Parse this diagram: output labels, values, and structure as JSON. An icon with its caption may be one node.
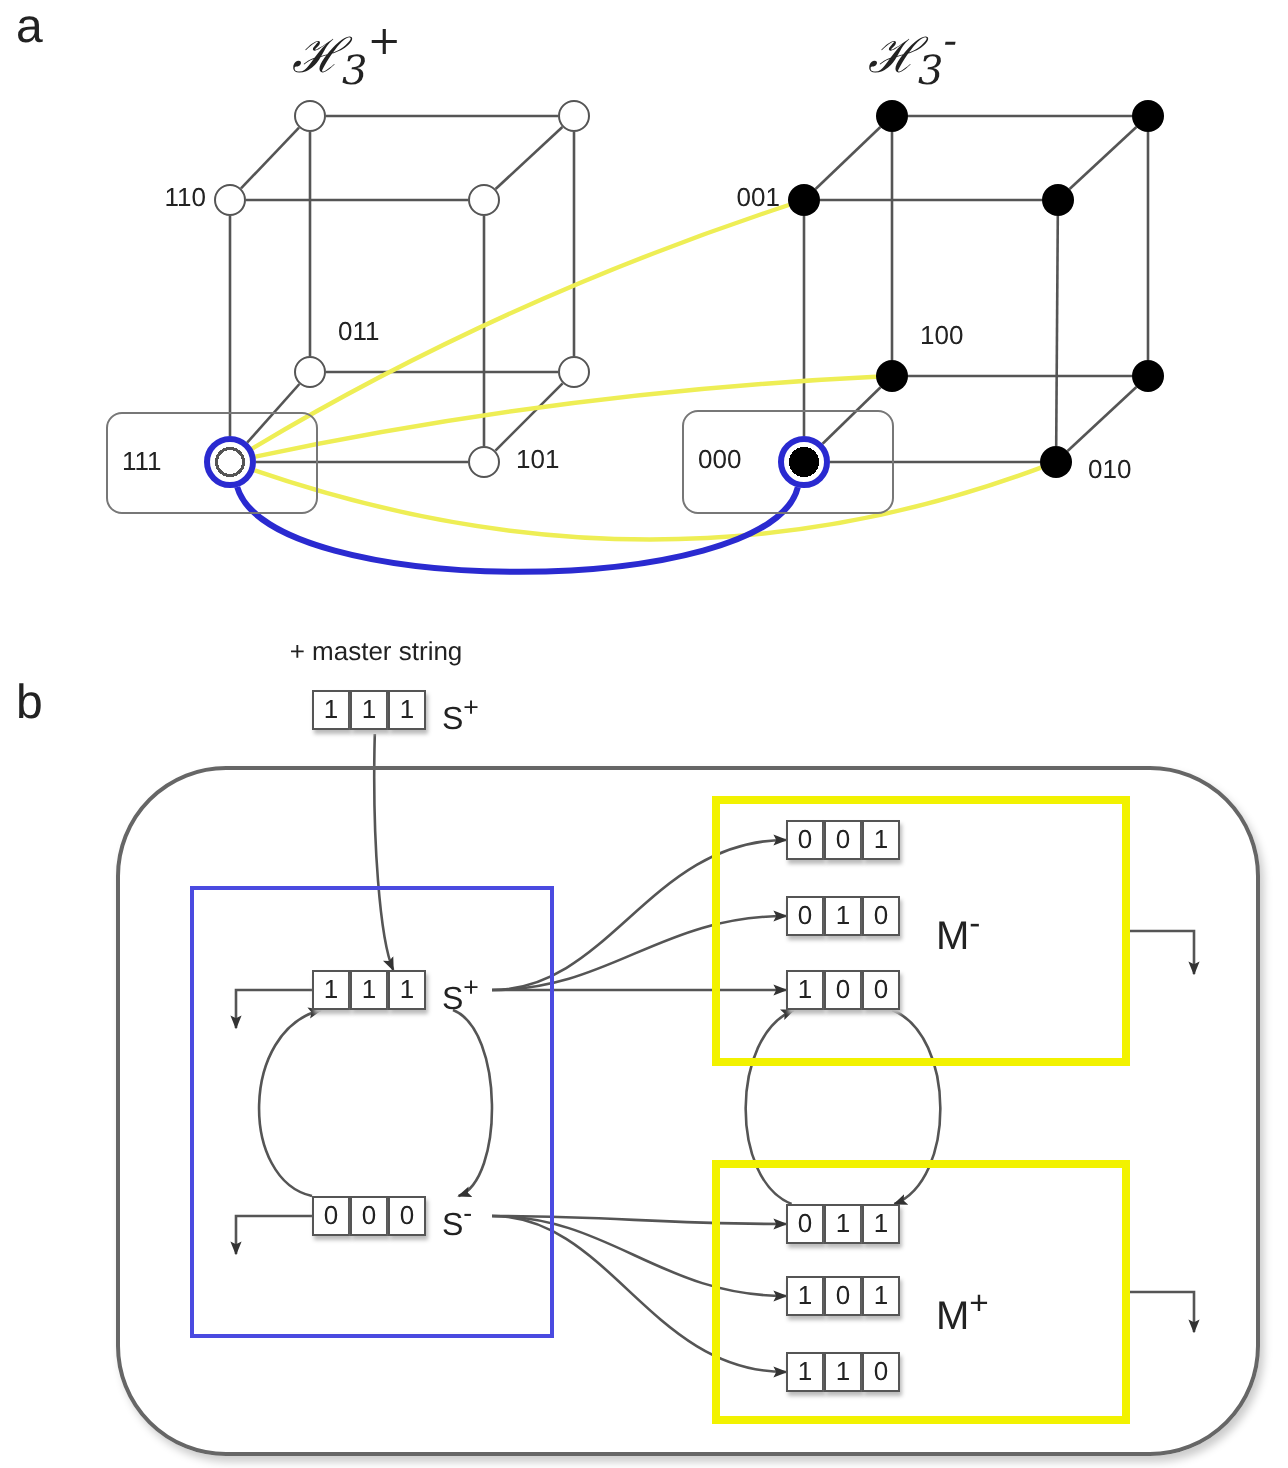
{
  "diagram": {
    "nodes": [
      {
        "text": [],
        "shape": "circle"
      },
      {
        "text": [],
        "shape": "circle"
      },
      {
        "text": [],
        "shape": "circle",
        "beside": [
          "110"
        ]
      },
      {
        "text": [],
        "shape": "circle"
      },
      {
        "text": [],
        "shape": "circle",
        "beside": [
          "011"
        ]
      },
      {
        "text": [],
        "shape": "circle"
      },
      {
        "text": [
          "111"
        ]
      },
      {
        "text": [],
        "shape": "circle",
        "in": 6
      },
      {
        "text": [],
        "shape": "circle",
        "beside": [
          "101"
        ]
      },
      {
        "text": [],
        "shape": "circle"
      },
      {
        "text": [],
        "shape": "circle"
      },
      {
        "text": [],
        "shape": "circle",
        "beside": [
          "001"
        ]
      },
      {
        "text": [],
        "shape": "circle"
      },
      {
        "text": [],
        "shape": "circle",
        "beside": [
          "100"
        ]
      },
      {
        "text": [],
        "shape": "circle"
      },
      {
        "text": [
          "000"
        ]
      },
      {
        "text": [],
        "shape": "circle",
        "in": 15
      },
      {
        "text": [],
        "shape": "circle",
        "beside": [
          "010"
        ]
      },
      {
        "text": [
          "1",
          "1",
          "1"
        ],
        "beside": [
          "+ master string",
          "S$^{+}$"
        ]
      },
      {
        "text": [],
        "shape": "box"
      },
      {
        "text": [],
        "shape": "box",
        "in": 19
      },
      {
        "text": [
          "1",
          "1",
          "1"
        ],
        "beside": [
          "S$^{+}$"
        ],
        "in": 20
      },
      {
        "text": [
          "0",
          "0",
          "0"
        ],
        "beside": [
          "S$^{-}$"
        ],
        "in": 20
      },
      {
        "text": [
          "M$^{-}$"
        ],
        "in": 19
      },
      {
        "text": [
          "0",
          "0",
          "1"
        ],
        "in": 23
      },
      {
        "text": [
          "0",
          "1",
          "0"
        ],
        "in": 23
      },
      {
        "text": [
          "1",
          "0",
          "0"
        ],
        "in": 23
      },
      {
        "text": [
          "M$^{+}$"
        ],
        "in": 19
      },
      {
        "text": [
          "0",
          "1",
          "1"
        ],
        "in": 27
      },
      {
        "text": [
          "1",
          "0",
          "1"
        ],
        "in": 27
      },
      {
        "text": [
          "1",
          "1",
          "0"
        ],
        "in": 27
      }
    ],
    "edges": [
      {
        "from": 2,
        "to": 3,
        "arrow": "none"
      },
      {
        "from": 3,
        "to": 8,
        "arrow": "none"
      },
      {
        "from": 8,
        "to": 7,
        "arrow": "none"
      },
      {
        "from": 7,
        "to": 2,
        "arrow": "none"
      },
      {
        "from": 0,
        "to": 1,
        "arrow": "none"
      },
      {
        "from": 1,
        "to": 5,
        "arrow": "none"
      },
      {
        "from": 5,
        "to": 4,
        "arrow": "none"
      },
      {
        "from": 4,
        "to": 0,
        "arrow": "none"
      },
      {
        "from": 0,
        "to": 2,
        "arrow": "none"
      },
      {
        "from": 1,
        "to": 3,
        "arrow": "none"
      },
      {
        "from": 4,
        "to": 7,
        "arrow": "none"
      },
      {
        "from": 5,
        "to": 8,
        "arrow": "none"
      },
      {
        "from": 11,
        "to": 12,
        "arrow": "none"
      },
      {
        "from": 12,
        "to": 17,
        "arrow": "none"
      },
      {
        "from": 17,
        "to": 16,
        "arrow": "none"
      },
      {
        "from": 16,
        "to": 11,
        "arrow": "none"
      },
      {
        "from": 9,
        "to": 10,
        "arrow": "none"
      },
      {
        "from": 10,
        "to": 14,
        "arrow": "none"
      },
      {
        "from": 14,
        "to": 13,
        "arrow": "none"
      },
      {
        "from": 13,
        "to": 9,
        "arrow": "none"
      },
      {
        "from": 9,
        "to": 11,
        "arrow": "none"
      },
      {
        "from": 10,
        "to": 12,
        "arrow": "none"
      },
      {
        "from": 13,
        "to": 16,
        "arrow": "none"
      },
      {
        "from": 14,
        "to": 17,
        "arrow": "none"
      },
      {
        "from": 7,
        "to": 11,
        "arrow": "none",
        "color": "#eeee55"
      },
      {
        "from": 7,
        "to": 13,
        "arrow": "none",
        "color": "#eeee55"
      },
      {
        "from": 7,
        "to": 17,
        "arrow": "none",
        "color": "#eeee55"
      },
      {
        "from": 7,
        "to": 16,
        "arrow": "none",
        "color": "#2a2ad0",
        "style": "thick"
      },
      {
        "from": 18,
        "to": 21,
        "arrow": "to"
      },
      {
        "from": 21,
        "to": null,
        "arrow": "to"
      },
      {
        "from": 22,
        "to": null,
        "arrow": "to"
      },
      {
        "from": 21,
        "to": 22,
        "arrow": "to"
      },
      {
        "from": 22,
        "to": 21,
        "arrow": "to"
      },
      {
        "from": 21,
        "to": 24,
        "arrow": "to"
      },
      {
        "from": 21,
        "to": 25,
        "arrow": "to"
      },
      {
        "from": 21,
        "to": 26,
        "arrow": "to"
      },
      {
        "from": 22,
        "to": 28,
        "arrow": "to"
      },
      {
        "from": 22,
        "to": 29,
        "arrow": "to"
      },
      {
        "from": 22,
        "to": 30,
        "arrow": "to"
      },
      {
        "from": 26,
        "to": 28,
        "arrow": "to"
      },
      {
        "from": 28,
        "to": 26,
        "arrow": "to"
      },
      {
        "from": 23,
        "to": null,
        "arrow": "to"
      },
      {
        "from": 27,
        "to": null,
        "arrow": "to"
      }
    ],
    "labels": [
      "a",
      "ℋ$_{3}$$^{+}$",
      "ℋ$_{3}$$^{-}$",
      "b"
    ]
  }
}
